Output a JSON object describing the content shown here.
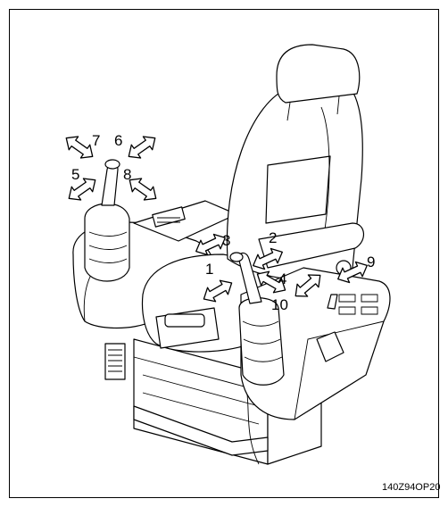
{
  "figure": {
    "image_code": "140Z94OP20",
    "callouts": [
      "1",
      "2",
      "3",
      "4",
      "5",
      "6",
      "7",
      "8",
      "9",
      "10"
    ]
  },
  "icons": {
    "seat": "operator-seat-with-control-levers",
    "left_joystick": "joystick-icon",
    "right_joystick": "joystick-icon",
    "arrows": "double-arrow-icon"
  }
}
